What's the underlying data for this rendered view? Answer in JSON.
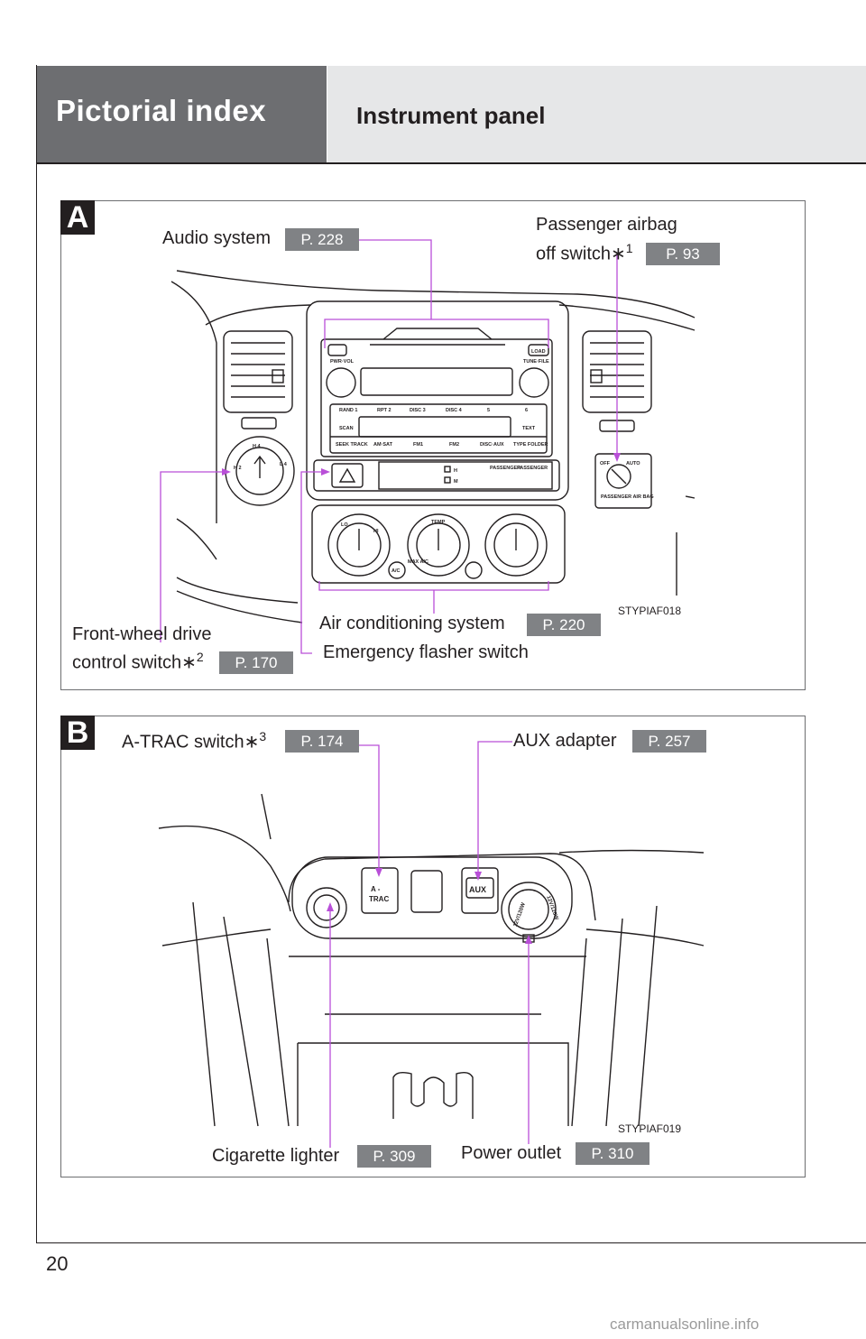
{
  "header": {
    "section": "Pictorial index",
    "title": "Instrument panel"
  },
  "panel_a": {
    "badge": "A",
    "code": "STYPIAF018",
    "labels": {
      "audio": "Audio system",
      "audio_page": "P. 228",
      "airbag_line1": "Passenger airbag",
      "airbag_line2": "off switch",
      "airbag_sup": "1",
      "airbag_page": "P. 93",
      "fwd_line1": "Front-wheel drive",
      "fwd_line2": "control switch",
      "fwd_sup": "2",
      "fwd_page": "P. 170",
      "ac": "Air conditioning system",
      "ac_page": "P. 220",
      "flasher": "Emergency flasher switch"
    },
    "radio": {
      "pwr": "PWR·VOL",
      "tune": "TUNE·FILE",
      "load": "LOAD",
      "scan": "SCAN",
      "text": "TEXT",
      "seek": "SEEK TRACK",
      "amsat": "AM·SAT",
      "fm1": "FM1",
      "fm2": "FM2",
      "discaux": "DISC·AUX",
      "type": "TYPE FOLDER",
      "presets": [
        "RAND 1",
        "RPT 2",
        "DISC 3",
        "DISC 4",
        "5",
        "6"
      ]
    },
    "ac_panel": {
      "lo": "LO",
      "hi": "HI",
      "temp": "TEMP",
      "ac": "A/C",
      "max": "MAX A/C"
    },
    "indicators": {
      "h": "H",
      "m": "M",
      "passenger": "PASSENGER",
      "passenger2": "PASSENGER"
    },
    "airbag_switch": {
      "off": "OFF",
      "auto": "AUTO",
      "caption": "PASSENGER AIR BAG"
    },
    "fwd_knob": {
      "h2": "H 2",
      "h4": "H 4",
      "l4": "L 4"
    }
  },
  "panel_b": {
    "badge": "B",
    "code": "STYPIAF019",
    "labels": {
      "atrac": "A-TRAC switch",
      "atrac_sup": "3",
      "atrac_page": "P. 174",
      "aux": "AUX adapter",
      "aux_page": "P. 257",
      "cig": "Cigarette lighter",
      "cig_page": "P. 309",
      "power": "Power outlet",
      "power_page": "P. 310"
    },
    "console": {
      "atrac_btn_line1": "A -",
      "atrac_btn_line2": "TRAC",
      "aux": "AUX",
      "outlet_left": "12V/120W",
      "outlet_right": "12V/120W"
    }
  },
  "footer": {
    "page_number": "20",
    "watermark": "carmanualsonline.info"
  },
  "colors": {
    "leader": "#b94fd8",
    "header_dark": "#6d6e71",
    "header_light": "#e6e7e8",
    "page_badge": "#808285"
  }
}
